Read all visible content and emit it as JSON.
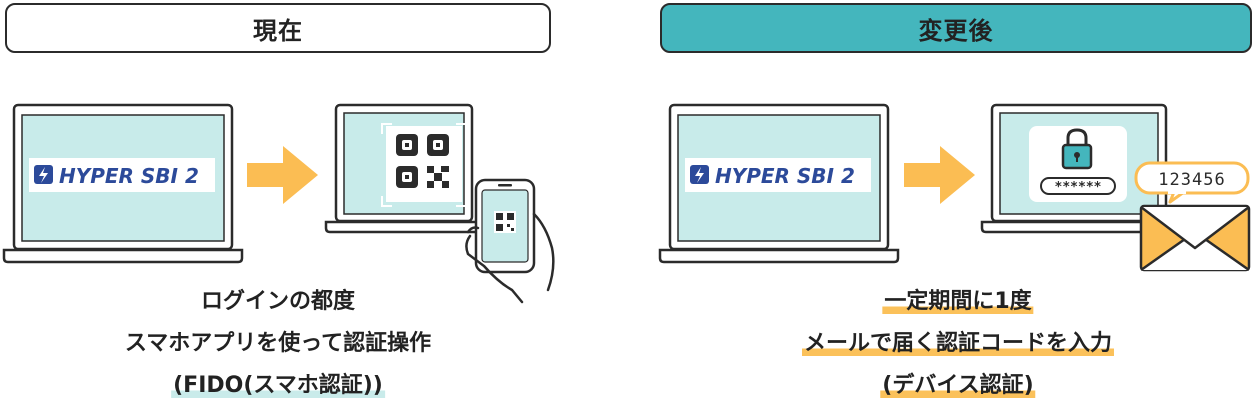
{
  "before": {
    "header": "現在",
    "logo": "HYPER SBI 2",
    "caption": [
      "ログインの都度",
      "スマホアプリを使って認証操作",
      "(FIDO(スマホ認証))"
    ]
  },
  "after": {
    "header": "変更後",
    "logo": "HYPER SBI 2",
    "password_mask": "******",
    "code": "123456",
    "caption": [
      "一定期間に1度",
      "メールで届く認証コードを入力",
      "(デバイス認証)"
    ]
  },
  "colors": {
    "teal": "#44b6bd",
    "screen": "#c8ebea",
    "arrow": "#fbbd53",
    "outline": "#2b2b2b",
    "logo_blue": "#2c4a9a"
  }
}
